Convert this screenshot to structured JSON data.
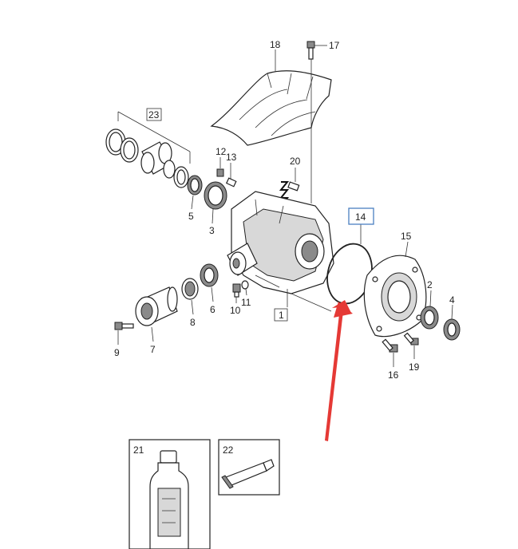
{
  "callouts": {
    "c1": "1",
    "c2": "2",
    "c3": "3",
    "c4": "4",
    "c5": "5",
    "c6": "6",
    "c7": "7",
    "c8": "8",
    "c9": "9",
    "c10": "10",
    "c11": "11",
    "c12": "12",
    "c13": "13",
    "c14": "14",
    "c15": "15",
    "c16": "16",
    "c17": "17",
    "c18": "18",
    "c19": "19",
    "c20": "20",
    "c21": "21",
    "c22": "22",
    "c23": "23"
  },
  "colors": {
    "highlight_box": "#4a7fc1",
    "arrow": "#e53935",
    "line": "#222222"
  }
}
